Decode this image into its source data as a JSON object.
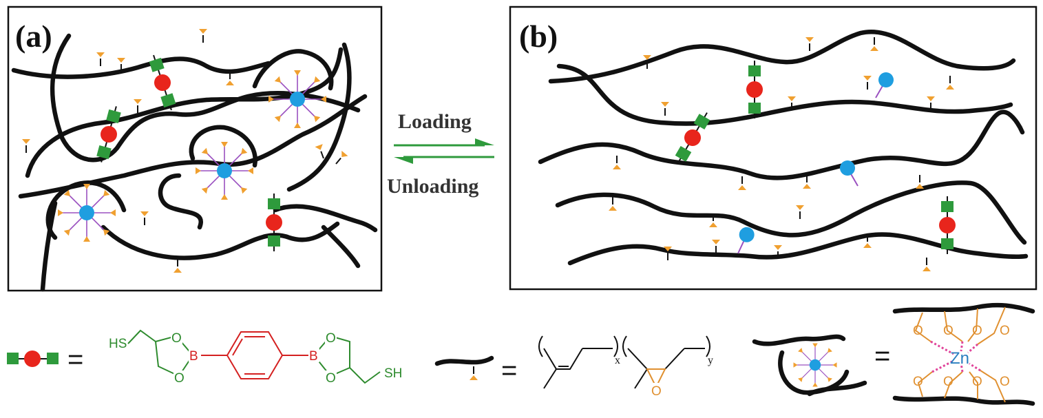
{
  "panels": {
    "a": {
      "label": "(a)"
    },
    "b": {
      "label": "(b)"
    }
  },
  "arrows": {
    "forward_label": "Loading",
    "reverse_label": "Unloading"
  },
  "legend": {
    "equals_sign": "=",
    "crosslinker": {
      "left_group": "HS",
      "right_group": "SH",
      "oxygen": "O",
      "boron": "B"
    },
    "chain": {
      "subscript_x": "x",
      "subscript_y": "y",
      "epoxide_oxygen": "O"
    },
    "zinc_complex": {
      "metal": "Zn",
      "oxygen": "O"
    }
  },
  "colors": {
    "chain": "#111111",
    "epoxy_arrow": "#f0a030",
    "thiol_square": "#2e9a3c",
    "boronate_circle": "#e8251c",
    "zinc_circle": "#1f9ee0",
    "coordination_bond": "#9a50c0",
    "legend_green": "#2e8b2e",
    "legend_red": "#d42020",
    "legend_orange": "#e09030",
    "zn_bond": "#e0449a",
    "zn_label": "#2a7fc0",
    "equilibrium_arrows": "#2e9a3c"
  }
}
